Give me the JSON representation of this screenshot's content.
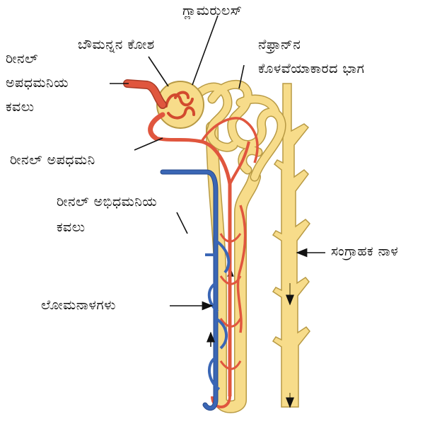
{
  "labels": {
    "glomerulus": "ಗ್ಲಾಮರುಲಸ್",
    "bowmans_capsule": "ಬೌಮನ್ನನ ಕೋಶ",
    "afferent_branch_line1": "ರೀನಲ್",
    "afferent_branch_line2": "ಅಪಧಮನಿಯ",
    "afferent_branch_line3": "ಕವಲು",
    "nephron_tubule_line1": "ನೆಫ್ರಾನ್‌ನ",
    "nephron_tubule_line2": "ಕೊಳವೆಯಾಕಾರದ ಭಾಗ",
    "renal_artery": "ರೀನಲ್ ಅಪಧಮನಿ",
    "renal_vein_branch_line1": "ರೀನಲ್ ಅಭಿಧಮನಿಯ",
    "renal_vein_branch_line2": "ಕವಲು",
    "collecting_duct": "ಸಂಗ್ರಾಹಕ ನಾಳ",
    "capillaries": "ಲೋಮನಾಳಗಳು"
  },
  "colors": {
    "tubule": "#f7dc8a",
    "tubule_outline": "#b89a44",
    "artery": "#e0563e",
    "vein": "#3a66b5",
    "leader_line": "#111111"
  }
}
